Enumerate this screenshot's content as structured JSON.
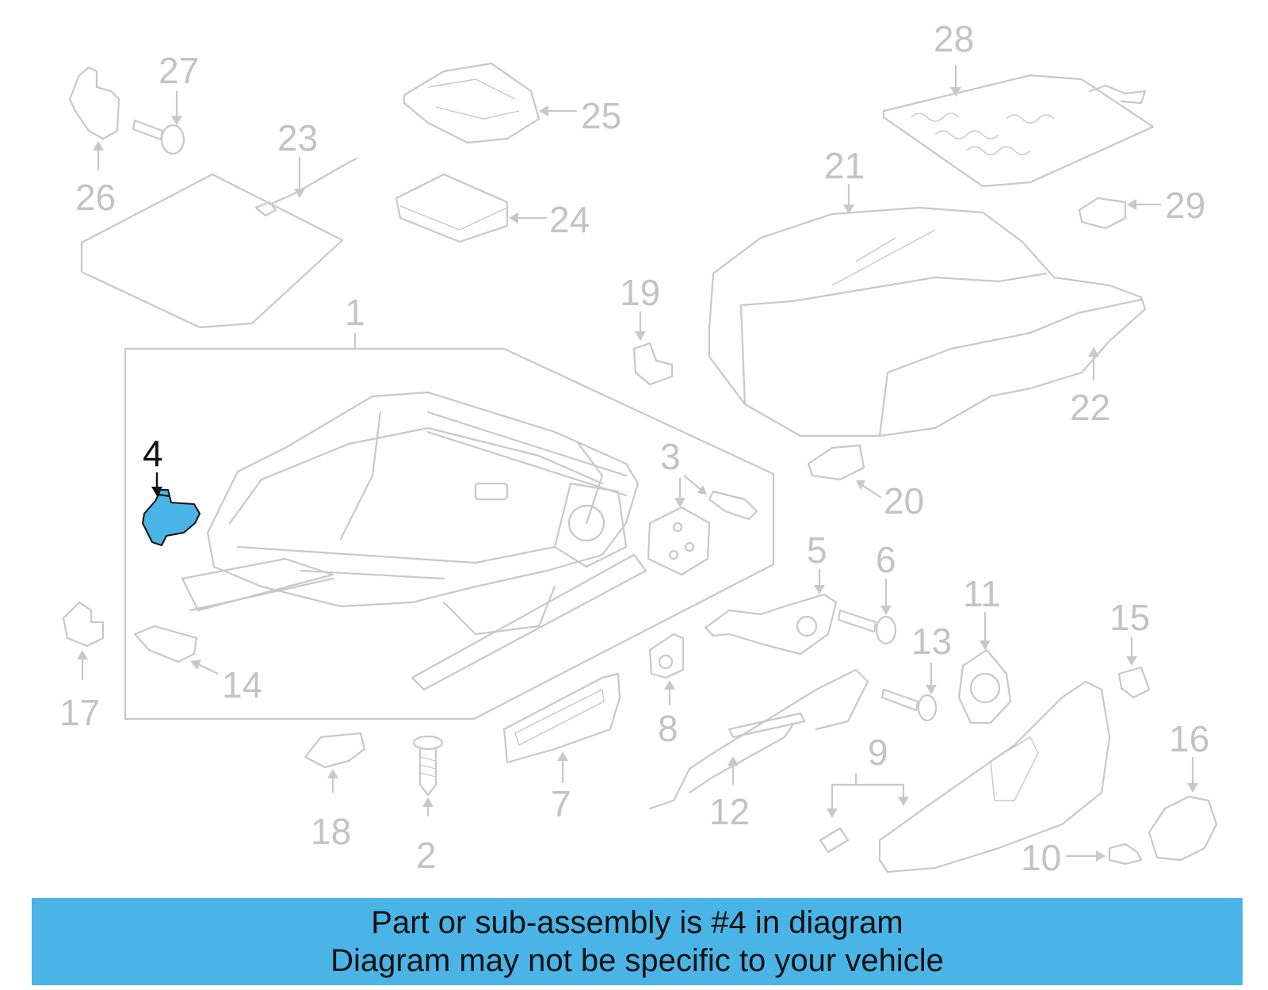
{
  "banner": {
    "line1": "Part or sub-assembly is #4 in diagram",
    "line2": "Diagram may not be specific to your vehicle",
    "color": "#4bb4e6"
  },
  "diagram": {
    "highlighted_part": "4",
    "highlight_color": "#4bb4e6",
    "callouts": {
      "c1": "1",
      "c2": "2",
      "c3": "3",
      "c4": "4",
      "c5": "5",
      "c6": "6",
      "c7": "7",
      "c8": "8",
      "c9": "9",
      "c10": "10",
      "c11": "11",
      "c12": "12",
      "c13": "13",
      "c14": "14",
      "c15": "15",
      "c16": "16",
      "c17": "17",
      "c18": "18",
      "c19": "19",
      "c20": "20",
      "c21": "21",
      "c22": "22",
      "c23": "23",
      "c24": "24",
      "c25": "25",
      "c26": "26",
      "c27": "27",
      "c28": "28",
      "c29": "29"
    }
  }
}
